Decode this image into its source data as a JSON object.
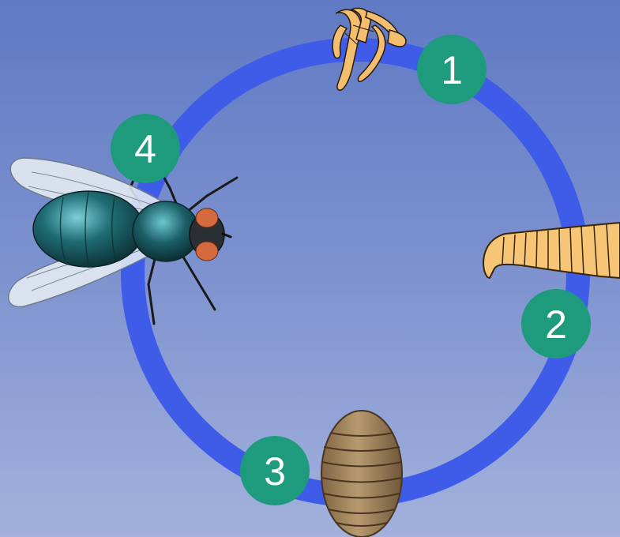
{
  "colors": {
    "background_top": "#5f79c4",
    "background_bottom": "#a3b1dc",
    "ring": "#3f5ce8",
    "badge": "#1e9a7c",
    "badge_text": "#ffffff",
    "egg": "#f3be6e",
    "larva": "#f6c676",
    "pupa": "#a98c63",
    "fly_body": "#1f6b72"
  },
  "stages": [
    {
      "number": "1",
      "name": "eggs-icon"
    },
    {
      "number": "2",
      "name": "larva-icon"
    },
    {
      "number": "3",
      "name": "pupa-icon"
    },
    {
      "number": "4",
      "name": "adult-fly-icon"
    }
  ]
}
